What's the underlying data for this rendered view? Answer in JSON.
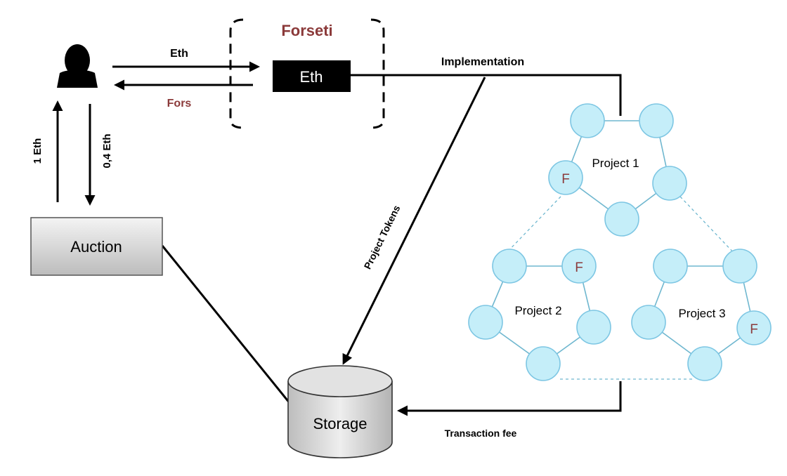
{
  "forseti_title": "Forseti",
  "eth_box_label": "Eth",
  "arrow_eth_label": "Eth",
  "arrow_fors_label": "Fors",
  "implementation_label": "Implementation",
  "send_eth_label": "1 Eth",
  "return_eth_label": "0,4 Eth",
  "auction_label": "Auction",
  "project_tokens_label": "Project Tokens",
  "storage_label": "Storage",
  "transaction_fee_label": "Transaction fee",
  "projects": [
    {
      "name": "Project 1",
      "marker": "F"
    },
    {
      "name": "Project 2",
      "marker": "F"
    },
    {
      "name": "Project 3",
      "marker": "F"
    }
  ],
  "colors": {
    "accent_red": "#8b3a3a",
    "node_fill": "#c5eef9",
    "node_stroke": "#7dc6e3",
    "network_line": "#6fb7cf"
  },
  "icons": {
    "user": "user-silhouette-icon",
    "storage": "database-cylinder-icon"
  }
}
